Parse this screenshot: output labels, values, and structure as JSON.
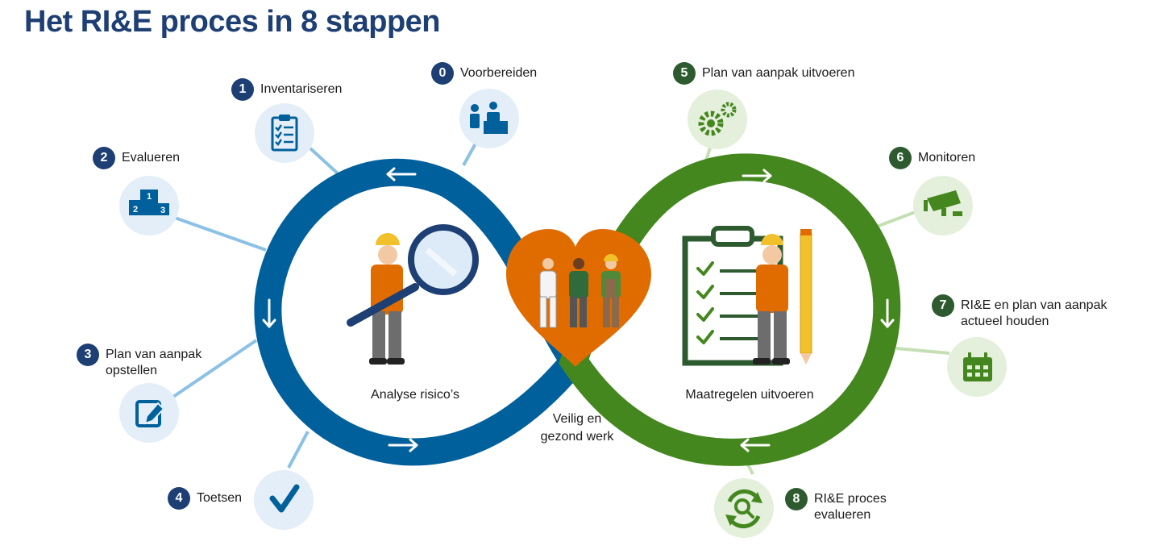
{
  "title": "Het RI&E proces in 8 stappen",
  "colors": {
    "blue": "#00609c",
    "green": "#45871f",
    "orange": "#e06c00",
    "navy": "#1d3f73",
    "dark_green": "#2d5b2f",
    "light_blue_bg": "#e4eef8",
    "light_green_bg": "#e4efdc"
  },
  "steps": [
    {
      "number": "0",
      "label": "Voorbereiden",
      "icon": "meeting-icon"
    },
    {
      "number": "1",
      "label": "Inventariseren",
      "icon": "clipboard-checklist-icon"
    },
    {
      "number": "2",
      "label": "Evalueren",
      "icon": "podium-icon"
    },
    {
      "number": "3",
      "label": "Plan van aanpak\nopstellen",
      "icon": "edit-icon"
    },
    {
      "number": "4",
      "label": "Toetsen",
      "icon": "checkmark-icon"
    },
    {
      "number": "5",
      "label": "Plan van aanpak uitvoeren",
      "icon": "gears-icon"
    },
    {
      "number": "6",
      "label": "Monitoren",
      "icon": "camera-icon"
    },
    {
      "number": "7",
      "label": "RI&E en plan van aanpak\nactueel houden",
      "icon": "calendar-icon"
    },
    {
      "number": "8",
      "label": "RI&E proces\nevalueren",
      "icon": "refresh-search-icon"
    }
  ],
  "podium_numbers": [
    "1",
    "2",
    "3"
  ],
  "left_loop_label": "Analyse risico’s",
  "right_loop_label": "Maatregelen uitvoeren",
  "center_label": "Veilig en\ngezond werk"
}
